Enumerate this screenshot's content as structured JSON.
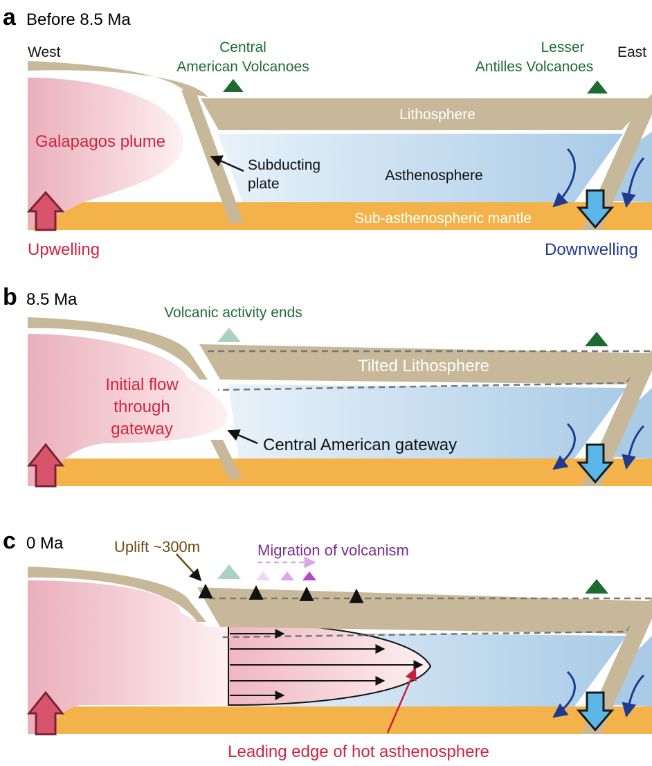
{
  "colors": {
    "lithosphere": "#c8b89a",
    "mantle": "#f4b34a",
    "plume": "#f0b8c0",
    "asthenosphere": "#c7dff0",
    "volcano_green": "#1e6b32",
    "volcano_faded": "#a9d3c0",
    "upwelling": "#d12340",
    "downwelling": "#1f3a8f",
    "uplift": "#6b4a12",
    "migration": "#7b2d8e"
  },
  "panel_a": {
    "letter": "a",
    "title": "Before 8.5 Ma",
    "west": "West",
    "east": "East",
    "central_volcanoes": [
      "Central",
      "American Volcanoes"
    ],
    "lesser_volcanoes": [
      "Lesser",
      "Antilles Volcanoes"
    ],
    "lithosphere": "Lithosphere",
    "plume": "Galapagos plume",
    "subducting": [
      "Subducting",
      "plate"
    ],
    "asthenosphere": "Asthenosphere",
    "mantle": "Sub-asthenospheric mantle",
    "upwelling": "Upwelling",
    "downwelling": "Downwelling"
  },
  "panel_b": {
    "letter": "b",
    "title": "8.5 Ma",
    "volcanic_ends": "Volcanic activity ends",
    "tilted": "Tilted Lithosphere",
    "initial_flow": [
      "Initial flow",
      "through",
      "gateway"
    ],
    "gateway": "Central American gateway"
  },
  "panel_c": {
    "letter": "c",
    "title": "0 Ma",
    "uplift": "Uplift ~300m",
    "migration": "Migration of volcanism",
    "leading_edge": "Leading edge of hot asthenosphere"
  }
}
